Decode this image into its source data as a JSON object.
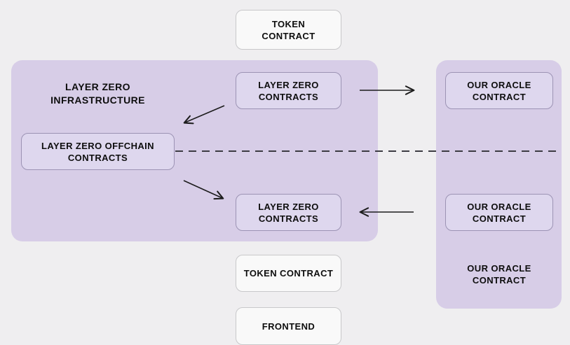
{
  "diagram": {
    "colors": {
      "background": "#efeef0",
      "panel": "#d7cde7",
      "purple_node_fill": "#ded7ee",
      "purple_node_border": "#9c93b4",
      "white_node_fill": "#f9f9f9",
      "white_node_border": "#c8c8ca",
      "text": "#0e0e0e",
      "arrow": "#1c1c1c",
      "dashed_line": "#3c3b42"
    },
    "left_panel": {
      "title_line1": "LAYER ZERO",
      "title_line2": "INFRASTRUCTURE"
    },
    "nodes": {
      "token_contract_top": {
        "line1": "TOKEN",
        "line2": "CONTRACT"
      },
      "layer_zero_contracts_top": {
        "line1": "LAYER ZERO",
        "line2": "CONTRACTS"
      },
      "layer_zero_offchain": {
        "line1": "LAYER ZERO OFFCHAIN",
        "line2": "CONTRACTS"
      },
      "layer_zero_contracts_bottom": {
        "line1": "LAYER ZERO",
        "line2": "CONTRACTS"
      },
      "token_contract_bottom": {
        "line1": "TOKEN CONTRACT"
      },
      "frontend": {
        "line1": "FRONTEND"
      },
      "our_oracle_top": {
        "line1": "OUR ORACLE",
        "line2": "CONTRACT"
      },
      "our_oracle_middle": {
        "line1": "OUR ORACLE",
        "line2": "CONTRACT"
      },
      "our_oracle_bottom_label": {
        "line1": "OUR ORACLE",
        "line2": "CONTRACT"
      }
    }
  }
}
